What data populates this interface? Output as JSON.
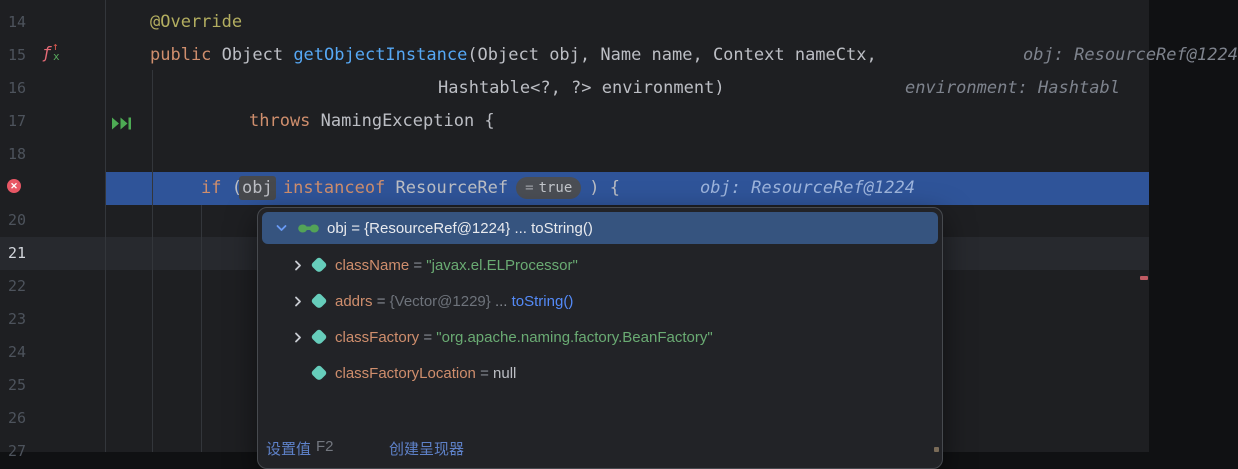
{
  "app": {
    "description_colors": {
      "editor_bg": "#1E1F22",
      "execution_line_blue": "#2F5499",
      "caret_line": "#27292E",
      "keyword_orange": "#CF8E6D",
      "method_blue": "#56A8F5",
      "string_green": "#6AAB73",
      "annotation_yellow": "#B3AE60",
      "link_blue": "#548AF7",
      "breakpoint_red": "#E85765",
      "tag_teal": "#66CDBB",
      "selection_blue": "#36547F"
    },
    "icons": {
      "gutter_line15": "fx-method-icon",
      "gutter_line17": "skip-forward-icon",
      "gutter_line19": "breakpoint-error-icon",
      "expanded": "chevron-down-icon",
      "collapsed": "chevron-right-icon",
      "watch": "glasses-icon",
      "field": "tag-icon"
    }
  },
  "editor": {
    "line_numbers": {
      "l14": "14",
      "l15": "15",
      "l16": "16",
      "l17": "17",
      "l18": "18",
      "l20": "20",
      "l21": "21",
      "l22": "22",
      "l23": "23",
      "l24": "24",
      "l25": "25",
      "l26": "26",
      "l27": "27"
    },
    "code": {
      "l14": {
        "annotation": "@Override"
      },
      "l15": {
        "keyword": "public",
        "return_type": " Object ",
        "method_name": "getObjectInstance",
        "params": "(Object obj, Name name, Context nameCtx,",
        "inline_hint": "obj: ResourceRef@1224"
      },
      "l16": {
        "params": "Hashtable<?, ?> environment)",
        "inline_hint": "environment: Hashtabl"
      },
      "l17": {
        "keyword": "throws",
        "rest": " NamingException {"
      },
      "l19": {
        "keyword_if": "if",
        "open": " (",
        "variable": "obj",
        "space1": " ",
        "keyword_instanceof": "instanceof",
        "space2": " ",
        "class_name": "ResourceRef",
        "eval_eq": "=",
        "eval_value": "true",
        "close": ") {",
        "inline_hint": "obj: ResourceRef@1224"
      }
    }
  },
  "debug_popup": {
    "root": {
      "name": "obj",
      "eq": " = ",
      "value": "{ResourceRef@1224}",
      "more": " ... ",
      "to_string": "toString()"
    },
    "children": [
      {
        "name": "className",
        "eq": " = ",
        "value": "\"javax.el.ELProcessor\""
      },
      {
        "name": "addrs",
        "eq": " = ",
        "value": "{Vector@1229}",
        "more": " ... ",
        "to_string": "toString()"
      },
      {
        "name": "classFactory",
        "eq": " = ",
        "value": "\"org.apache.naming.factory.BeanFactory\""
      },
      {
        "name": "classFactoryLocation",
        "eq": " = ",
        "value": "null"
      }
    ],
    "footer": {
      "set_value": "设置值",
      "set_value_key": "F2",
      "create_renderer": "创建呈现器"
    }
  }
}
